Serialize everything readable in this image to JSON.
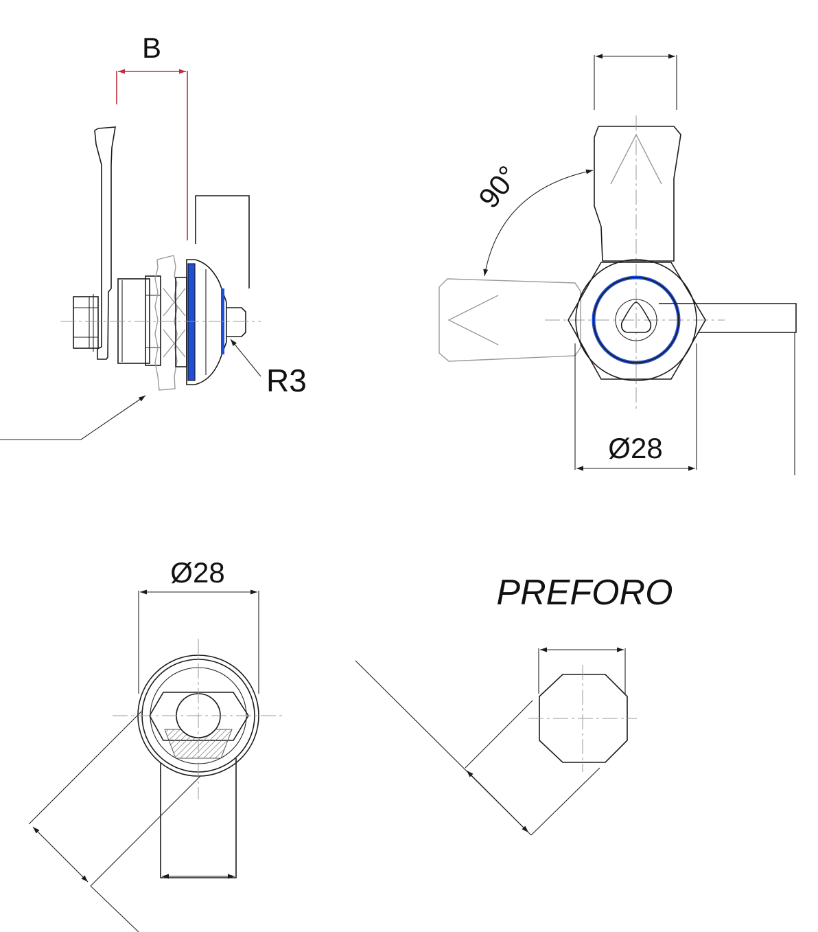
{
  "side_view": {
    "dim_b_label": "B",
    "radius_label": "R3"
  },
  "top_right_view": {
    "angle_label": "90°",
    "diameter_label": "Ø28"
  },
  "bottom_left_view": {
    "diameter_label": "Ø28"
  },
  "preforo_view": {
    "title": "PREFORO"
  },
  "colors": {
    "seal_ring": "#1f4fd6",
    "dimension_b": "#c0303a",
    "outline": "#1a1a1a",
    "hidden_part": "#9a9a9a"
  }
}
